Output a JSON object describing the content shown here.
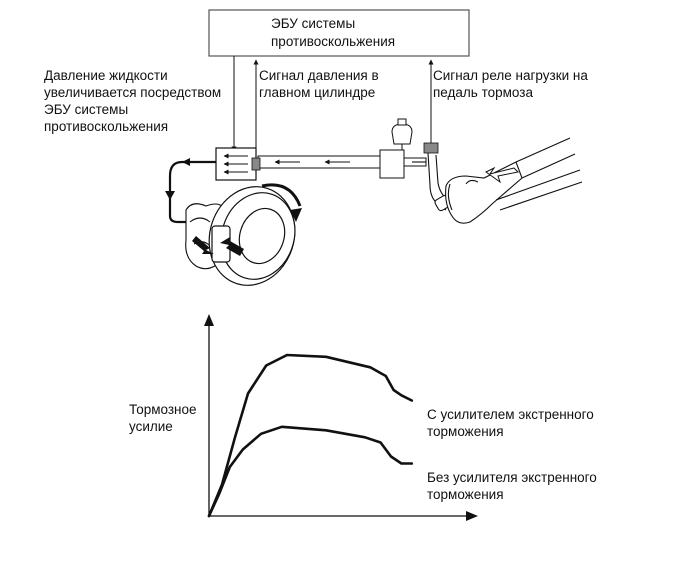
{
  "ecu_box": {
    "label": "ЭБУ системы\nпротивоскольжения"
  },
  "labels": {
    "fluid_pressure": "Давление жидкости\nувеличивается посредством\nЭБУ системы\nпротивоскольжения",
    "master_cylinder_signal": "Сигнал давления в\nглавном цилиндре",
    "pedal_relay_signal": "Сигнал реле нагрузки на\nпедаль тормоза"
  },
  "chart_data": {
    "type": "line",
    "ylabel": "Тормозное\nусилие",
    "xlabel": "",
    "series": [
      {
        "name": "С усилителем экстренного\nторможения",
        "x": [
          0,
          0.05,
          0.1,
          0.15,
          0.22,
          0.3,
          0.45,
          0.62,
          0.68,
          0.71,
          0.74,
          0.78
        ],
        "y": [
          0,
          0.18,
          0.45,
          0.7,
          0.86,
          0.92,
          0.91,
          0.85,
          0.8,
          0.72,
          0.69,
          0.66
        ]
      },
      {
        "name": "Без усилителя экстренного\nторможения",
        "x": [
          0,
          0.04,
          0.08,
          0.13,
          0.2,
          0.28,
          0.45,
          0.6,
          0.66,
          0.7,
          0.74,
          0.78
        ],
        "y": [
          0,
          0.13,
          0.28,
          0.38,
          0.47,
          0.51,
          0.49,
          0.45,
          0.42,
          0.34,
          0.3,
          0.3
        ]
      }
    ]
  },
  "colors": {
    "ink": "#111111",
    "box_border": "#555555",
    "sensor": "#888888"
  }
}
